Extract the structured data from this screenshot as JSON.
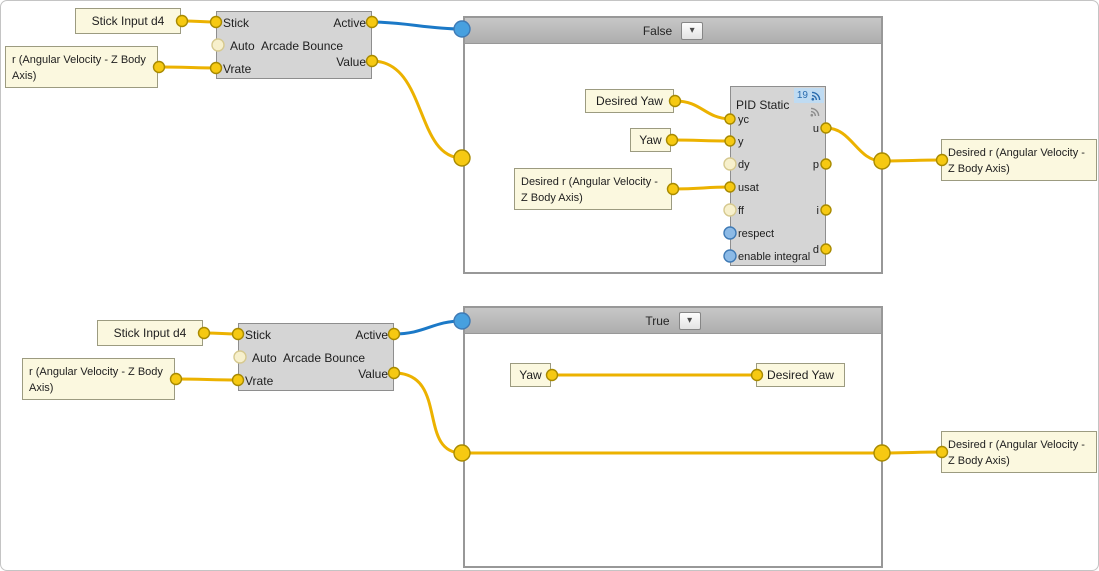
{
  "colors": {
    "canvas_bg": "#FFFFFF",
    "canvas_border": "#C4C4C4",
    "text": "#1E1E1E",
    "wire_yellow": "#ECB200",
    "wire_blue": "#1B79C7",
    "dot_yellow_fill": "#F6C912",
    "dot_yellow_stroke": "#A88A00",
    "dot_pale_fill": "#F7F0CC",
    "dot_pale_stroke": "#D6C98F",
    "dot_blue_fill": "#8CBAE6",
    "dot_blue_stroke": "#3F7AB5",
    "tunnel_blue_fill": "#47A0DF",
    "node_bg": "#D5D5D5",
    "node_border": "#8E8E8E",
    "label_bg": "#FBF8DF",
    "label_border": "#9C9B80",
    "frame_bg": "#FFFFFF",
    "frame_border": "#989898",
    "frame_header_bg_top": "#C7C7C7",
    "frame_header_bg_bottom": "#AEAEAE",
    "badge_bg": "#BFDBF2",
    "badge_text": "#2A6CAE"
  },
  "icons": {
    "dropdown_caret": "▾",
    "broadcast": "rss-arcs"
  },
  "top_branch": {
    "stick_input_label": "Stick Input d4",
    "rate_input_label": "r (Angular Velocity - Z Body\nAxis)",
    "arcade_bounce": {
      "title": "Arcade Bounce",
      "ports": {
        "stick": "Stick",
        "auto": "Auto",
        "vrate": "Vrate",
        "active": "Active",
        "value": "Value"
      }
    },
    "frame_title": "False",
    "desired_yaw_label": "Desired Yaw",
    "yaw_label": "Yaw",
    "desired_r_input_label": "Desired r (Angular Velocity -\nZ Body Axis)",
    "pid": {
      "title": "PID Static",
      "badge": "19",
      "inputs": [
        "yc",
        "y",
        "dy",
        "usat",
        "ff",
        "respect",
        "enable integral"
      ],
      "outputs": [
        "u",
        "p",
        "i",
        "d"
      ]
    },
    "output_label": "Desired r (Angular Velocity -\nZ Body Axis)"
  },
  "bottom_branch": {
    "stick_input_label": "Stick Input d4",
    "rate_input_label": "r (Angular Velocity - Z Body\nAxis)",
    "arcade_bounce": {
      "title": "Arcade Bounce",
      "ports": {
        "stick": "Stick",
        "auto": "Auto",
        "vrate": "Vrate",
        "active": "Active",
        "value": "Value"
      }
    },
    "frame_title": "True",
    "yaw_label": "Yaw",
    "desired_yaw_label": "Desired Yaw",
    "output_label": "Desired r (Angular Velocity -\nZ Body Axis)"
  }
}
